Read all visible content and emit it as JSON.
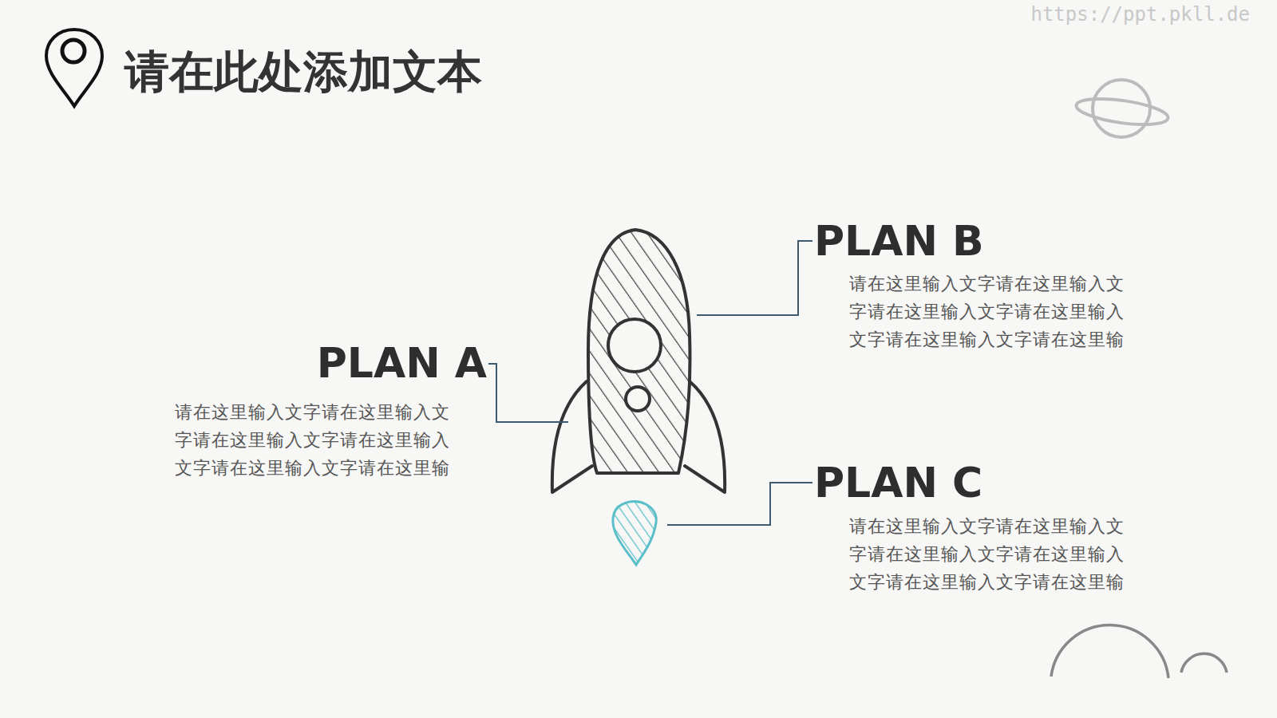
{
  "diagram": {
    "title": "请在此处添加文本",
    "nodes": [
      {
        "text": [
          "PLAN B",
          "请在这里输入文字请在这里输入文 字请在这里输入文字请在这里输入 文字请在这里输入文字请在这里输"
        ]
      },
      {
        "text": [
          "PLAN A",
          "请在这里输入文字请在这里输入文 字请在这里输入文字请在这里输入 文字请在这里输入文字请在这里输"
        ]
      },
      {
        "text": [
          "PLAN C",
          "请在这里输入文字请在这里输入文 字请在这里输入文字请在这里输入 文字请在这里输入文字请在这里输"
        ]
      }
    ],
    "labels": [
      "https://ppt.pkll.de"
    ]
  }
}
